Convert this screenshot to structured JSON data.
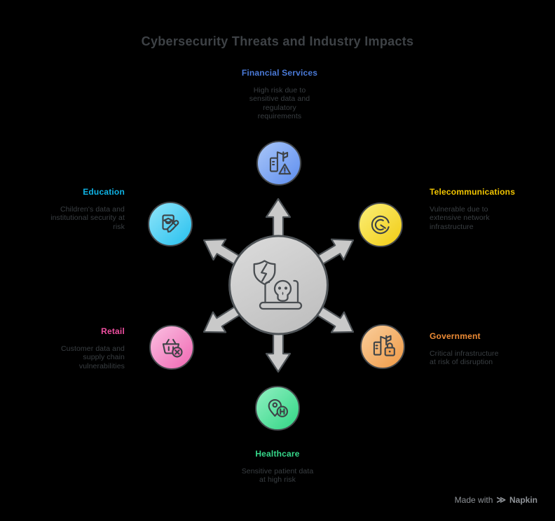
{
  "title": "Cybersecurity Threats and Industry Impacts",
  "center": {
    "icon": "hacked-laptop-broken-shield-icon",
    "hub_fill_from": "#DCDCDC",
    "hub_fill_to": "#C1C1C1",
    "arrow_fill": "#C9C9C9",
    "outline_color": "#4E5357"
  },
  "nodes": [
    {
      "key": "financial-services",
      "label": "Financial Services",
      "description": "High risk due to\nsensitive data and\nregulatory\nrequirements",
      "color": "#4A7AD8",
      "circle_from": "#A9C6F8",
      "circle_to": "#5E8EEF",
      "icon": "building-alert-icon"
    },
    {
      "key": "telecommunications",
      "label": "Telecommunications",
      "description": "Vulnerable due to\nextensive network\ninfrastructure",
      "color": "#F2C500",
      "circle_from": "#FAEF78",
      "circle_to": "#F2CC14",
      "icon": "network-gauge-icon"
    },
    {
      "key": "government",
      "label": "Government",
      "description": "Critical infrastructure\nat risk of disruption",
      "color": "#ED8B35",
      "circle_from": "#F9CE9C",
      "circle_to": "#F09A46",
      "icon": "building-lock-icon"
    },
    {
      "key": "healthcare",
      "label": "Healthcare",
      "description": "Sensitive patient data\nat high risk",
      "color": "#36D98B",
      "circle_from": "#90F0C2",
      "circle_to": "#31D584",
      "icon": "hospital-pin-icon"
    },
    {
      "key": "retail",
      "label": "Retail",
      "description": "Customer data and\nsupply chain\nvulnerabilities",
      "color": "#EE4FA0",
      "circle_from": "#FAC0E2",
      "circle_to": "#F067B2",
      "icon": "basket-x-icon"
    },
    {
      "key": "education",
      "label": "Education",
      "description": "Children's data and\ninstitutional security at\nrisk",
      "color": "#0FB4E6",
      "circle_from": "#8FE5FA",
      "circle_to": "#27C0EE",
      "icon": "diploma-pencil-icon"
    }
  ],
  "footer": {
    "made_with": "Made with",
    "brand": "Napkin",
    "logo_icon": "double-chevron-right-icon",
    "logo_glyph": "≫"
  }
}
